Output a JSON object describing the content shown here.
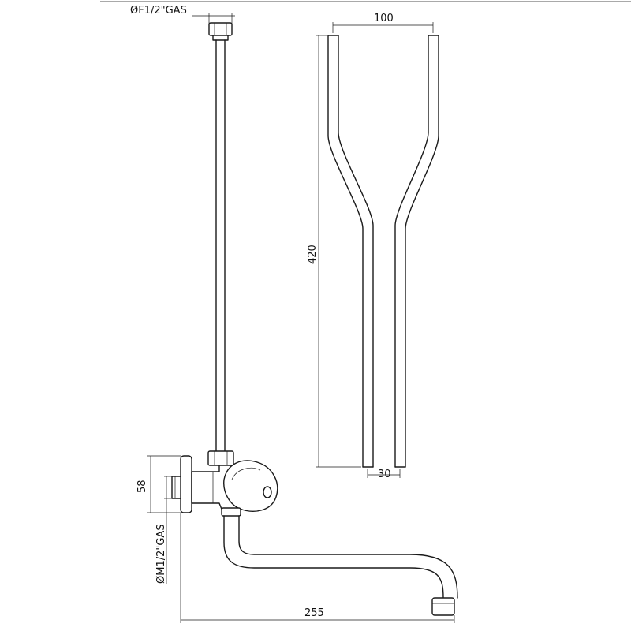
{
  "dimensions": {
    "inlet_thread": "ØF1/2\"GAS",
    "tube_spacing": "100",
    "tube_height": "420",
    "tube_bottom_gap": "30",
    "flange_height": "58",
    "outlet_thread": "ØM1/2\"GAS",
    "spout_reach": "255"
  }
}
